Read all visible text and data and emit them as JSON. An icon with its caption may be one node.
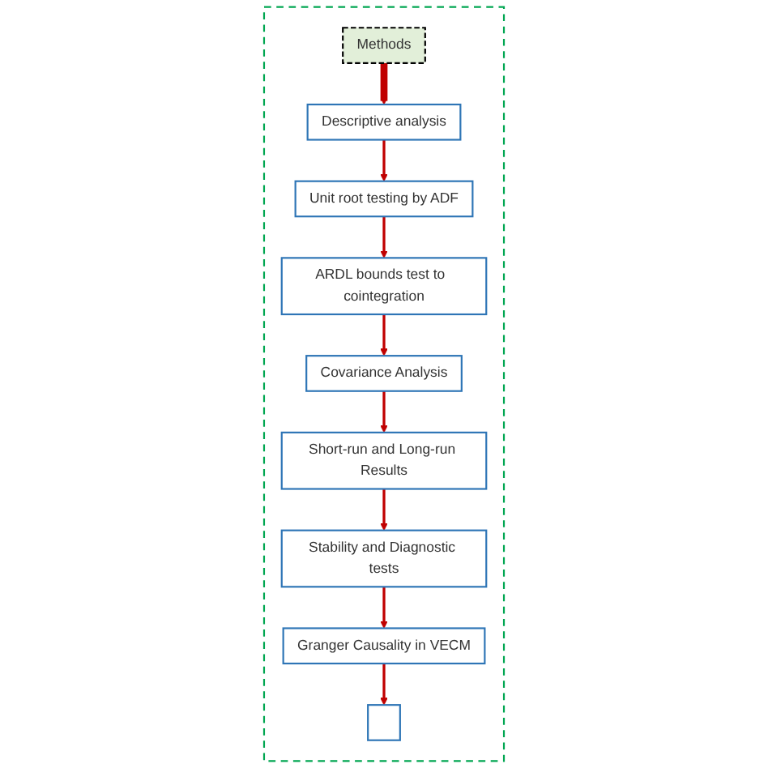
{
  "diagram": {
    "nodes": [
      {
        "text": [],
        "shape": "box"
      },
      {
        "text": [
          "Methods"
        ],
        "in": 0
      },
      {
        "text": [
          "Descriptive analysis"
        ],
        "in": 0
      },
      {
        "text": [
          "Unit root testing by ADF"
        ],
        "in": 0
      },
      {
        "text": [
          "ARDL bounds test to  cointegration"
        ],
        "in": 0
      },
      {
        "text": [
          "Covariance Analysis"
        ],
        "in": 0
      },
      {
        "text": [
          "Short-run and Long-run Results"
        ],
        "in": 0
      },
      {
        "text": [
          "Stability and Diagnostic tests"
        ],
        "in": 0
      },
      {
        "text": [
          "Granger Causality in VECM"
        ],
        "in": 0
      },
      {
        "text": [],
        "shape": "box",
        "in": 0
      }
    ],
    "edges": [
      {
        "from": 1,
        "to": 2,
        "arrow": "to",
        "style": "thick",
        "color": "#c00000"
      },
      {
        "from": 2,
        "to": 3,
        "arrow": "to",
        "color": "#c00000"
      },
      {
        "from": 3,
        "to": 4,
        "arrow": "to",
        "color": "#c00000"
      },
      {
        "from": 4,
        "to": 5,
        "arrow": "to",
        "color": "#c00000"
      },
      {
        "from": 5,
        "to": 6,
        "arrow": "to",
        "color": "#c00000"
      },
      {
        "from": 6,
        "to": 7,
        "arrow": "to",
        "color": "#c00000"
      },
      {
        "from": 7,
        "to": 8,
        "arrow": "to",
        "color": "#c00000"
      },
      {
        "from": 8,
        "to": 9,
        "arrow": "to",
        "color": "#c00000"
      }
    ]
  }
}
